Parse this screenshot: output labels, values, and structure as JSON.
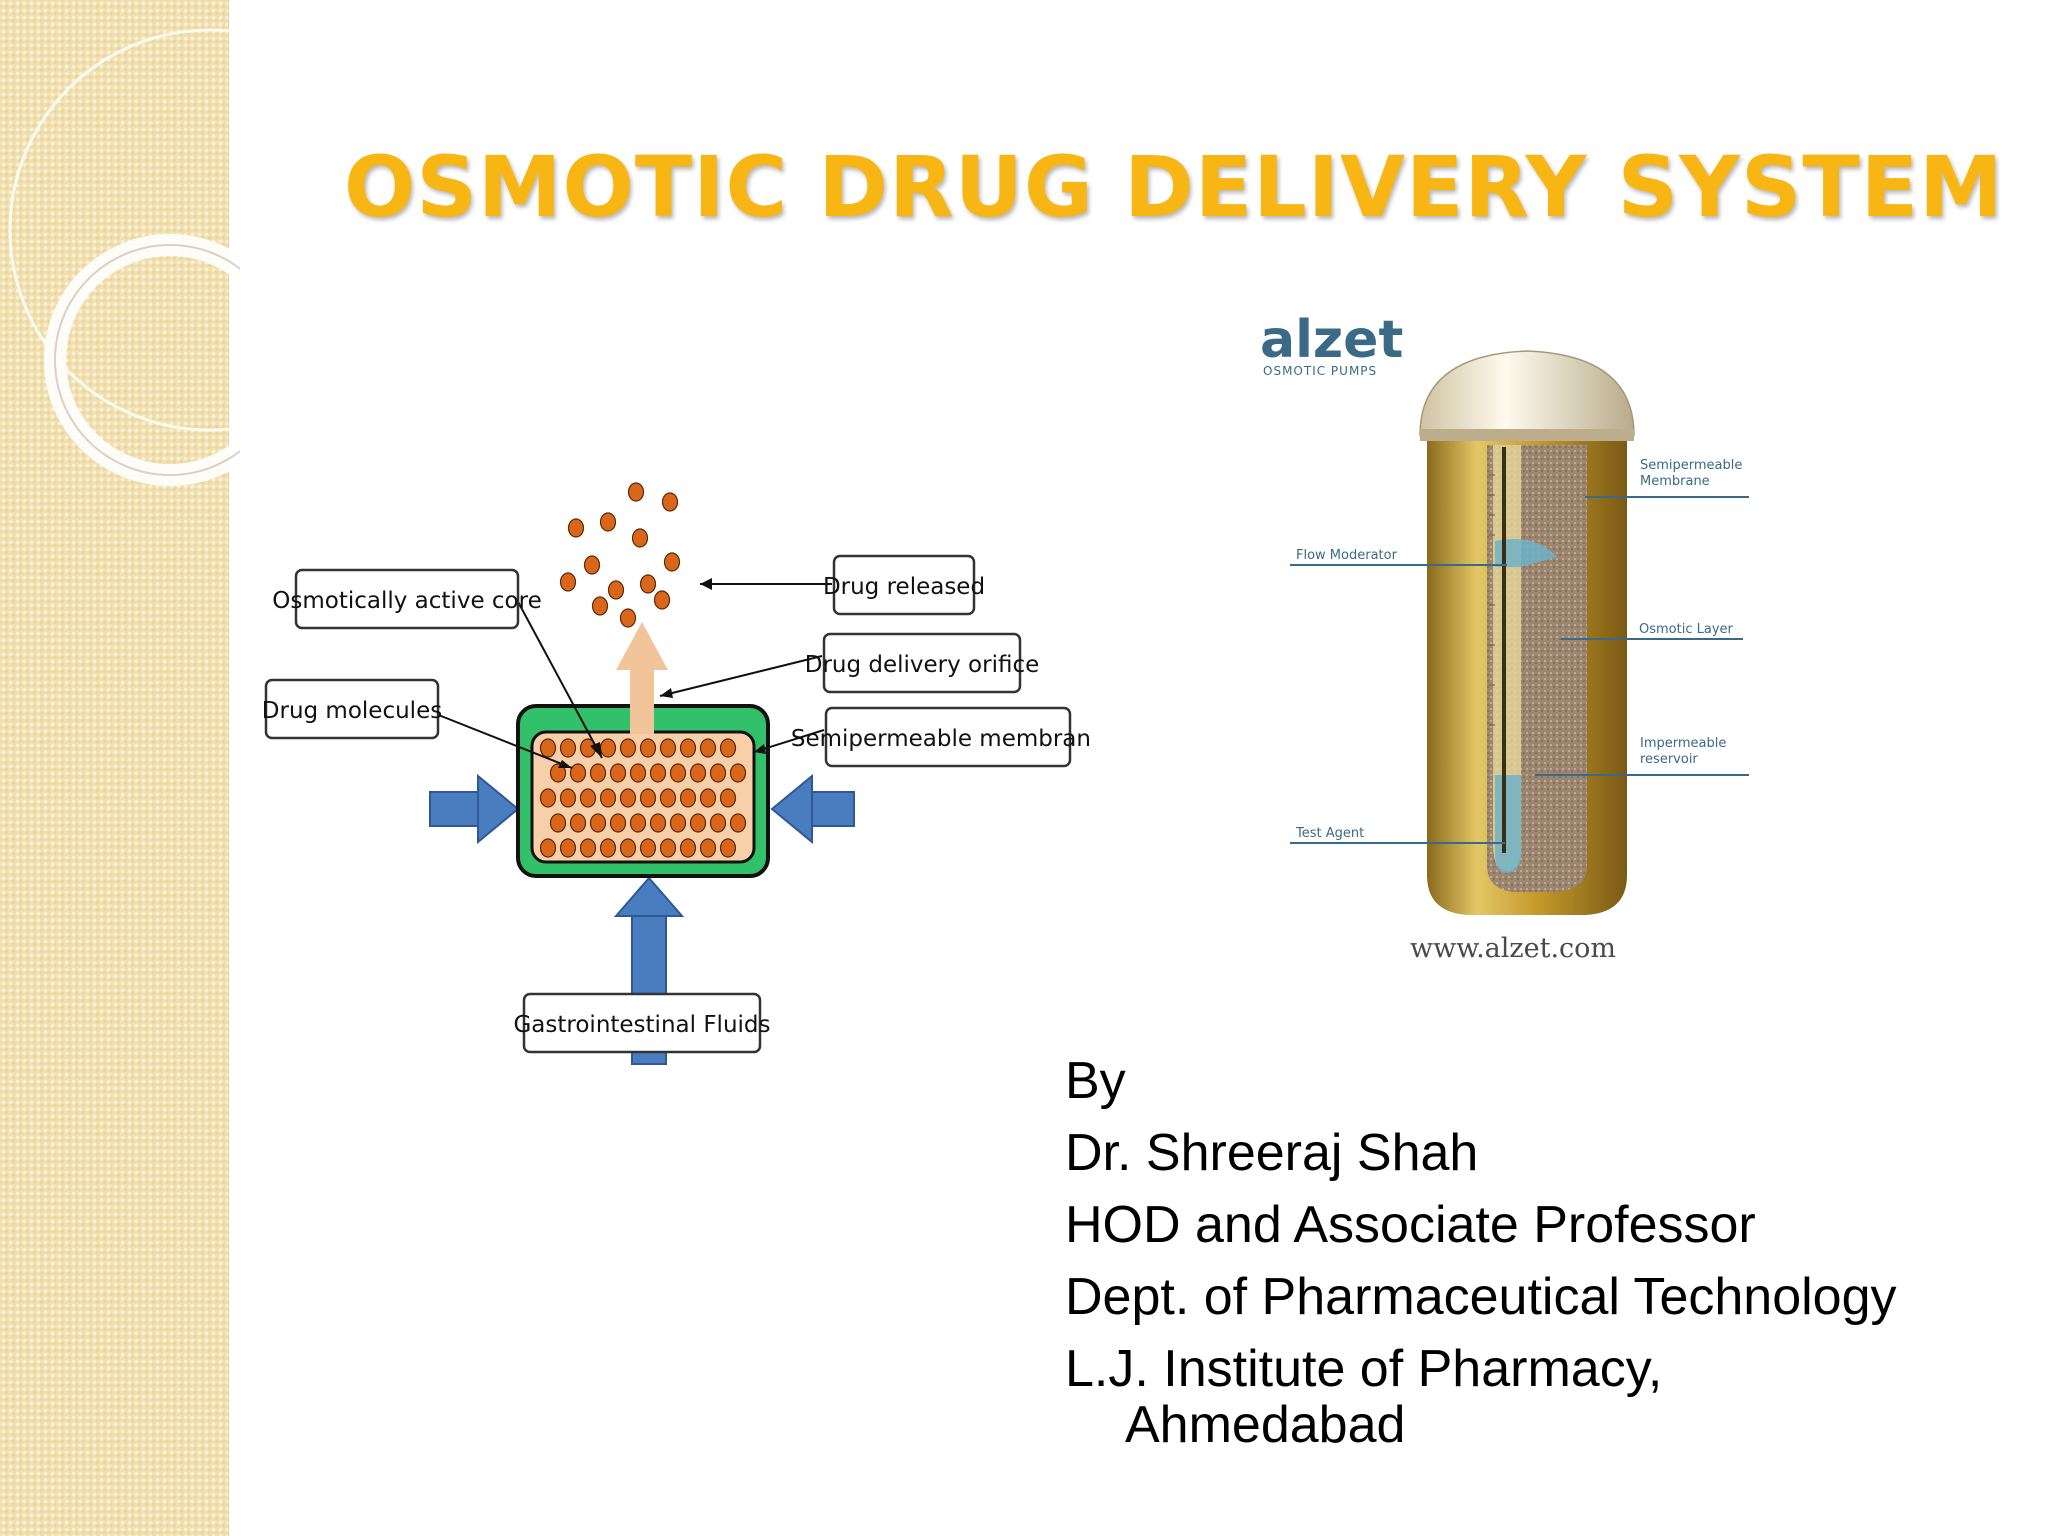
{
  "slide": {
    "title": "OSMOTIC DRUG DELIVERY SYSTEM"
  },
  "diagram": {
    "labels": {
      "osmotically_active_core": "Osmotically active core",
      "drug_molecules": "Drug molecules",
      "drug_released": "Drug released",
      "drug_delivery_orifice": "Drug delivery orifice",
      "semipermeable_membrane": "Semipermeable membrane",
      "gastrointestinal_fluids": "Gastrointestinal Fluids"
    },
    "colors": {
      "membrane": "#33c06a",
      "core": "#f7cfa8",
      "molecule": "#d9661a",
      "arrow": "#4a7cc0",
      "release_arrow": "#f2c49a"
    }
  },
  "pump": {
    "brand": "alzet",
    "brand_sub": "OSMOTIC PUMPS",
    "labels": {
      "semipermeable_membrane_1": "Semipermeable",
      "semipermeable_membrane_2": "Membrane",
      "flow_moderator": "Flow Moderator",
      "osmotic_layer": "Osmotic Layer",
      "impermeable_reservoir_1": "Impermeable",
      "impermeable_reservoir_2": "reservoir",
      "test_agent": "Test Agent"
    },
    "website": "www.alzet.com"
  },
  "byline": {
    "by": "By",
    "name": "Dr. Shreeraj Shah",
    "position": "HOD and Associate Professor",
    "department": "Dept. of Pharmaceutical Technology",
    "institute": "L.J. Institute of Pharmacy,",
    "city": "Ahmedabad"
  }
}
